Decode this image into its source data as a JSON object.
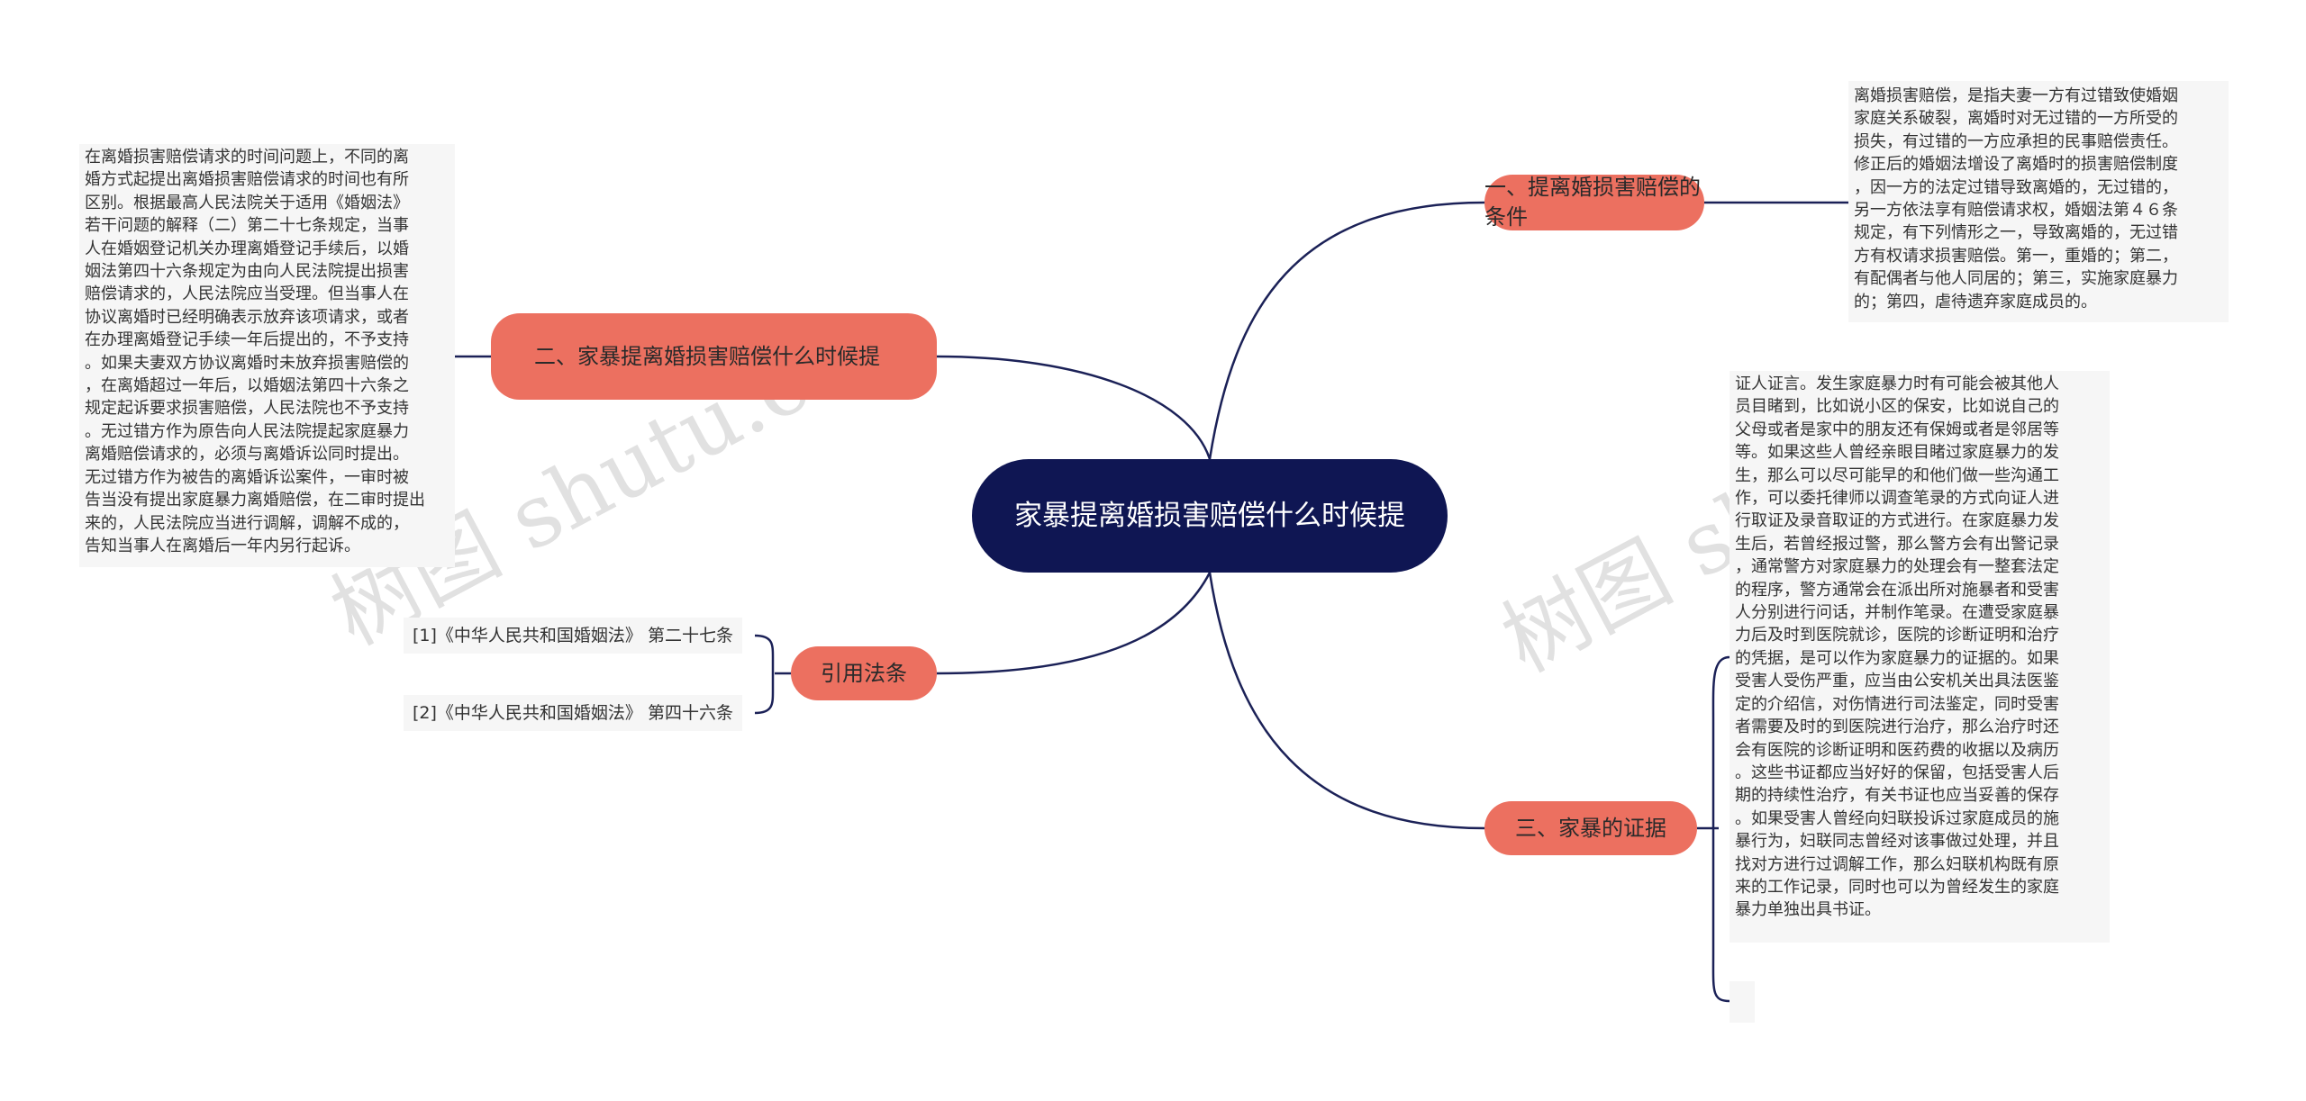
{
  "central": "家暴提离婚损害赔偿什么时候提",
  "branches": {
    "b1": {
      "label": "一、提离婚损害赔偿的条件",
      "text": "离婚损害赔偿，是指夫妻一方有过错致使婚姻\n家庭关系破裂，离婚时对无过错的一方所受的\n损失，有过错的一方应承担的民事赔偿责任。\n修正后的婚姻法增设了离婚时的损害赔偿制度\n，因一方的法定过错导致离婚的，无过错的，\n另一方依法享有赔偿请求权，婚姻法第４６条\n规定，有下列情形之一，导致离婚的，无过错\n方有权请求损害赔偿。第一，重婚的；第二，\n有配偶者与他人同居的；第三，实施家庭暴力\n的；第四，虐待遗弃家庭成员的。"
    },
    "b2": {
      "label": "二、家暴提离婚损害赔偿什么时候提",
      "text": "在离婚损害赔偿请求的时间问题上，不同的离\n婚方式起提出离婚损害赔偿请求的时间也有所\n区别。根据最高人民法院关于适用《婚姻法》\n若干问题的解释（二）第二十七条规定，当事\n人在婚姻登记机关办理离婚登记手续后，以婚\n姻法第四十六条规定为由向人民法院提出损害\n赔偿请求的，人民法院应当受理。但当事人在\n协议离婚时已经明确表示放弃该项请求，或者\n在办理离婚登记手续一年后提出的，不予支持\n。如果夫妻双方协议离婚时未放弃损害赔偿的\n，在离婚超过一年后，以婚姻法第四十六条之\n规定起诉要求损害赔偿，人民法院也不予支持\n。无过错方作为原告向人民法院提起家庭暴力\n离婚赔偿请求的，必须与离婚诉讼同时提出。\n无过错方作为被告的离婚诉讼案件，一审时被\n告当没有提出家庭暴力离婚赔偿，在二审时提出\n来的，人民法院应当进行调解，调解不成的，\n告知当事人在离婚后一年内另行起诉。"
    },
    "b3": {
      "label": "三、家暴的证据",
      "text": "证人证言。发生家庭暴力时有可能会被其他人\n员目睹到，比如说小区的保安，比如说自己的\n父母或者是家中的朋友还有保姆或者是邻居等\n等。如果这些人曾经亲眼目睹过家庭暴力的发\n生，那么可以尽可能早的和他们做一些沟通工\n作，可以委托律师以调查笔录的方式向证人进\n行取证及录音取证的方式进行。在家庭暴力发\n生后，若曾经报过警，那么警方会有出警记录\n，通常警方对家庭暴力的处理会有一整套法定\n的程序，警方通常会在派出所对施暴者和受害\n人分别进行问话，并制作笔录。在遭受家庭暴\n力后及时到医院就诊，医院的诊断证明和治疗\n的凭据，是可以作为家庭暴力的证据的。如果\n受害人受伤严重，应当由公安机关出具法医鉴\n定的介绍信，对伤情进行司法鉴定，同时受害\n者需要及时的到医院进行治疗，那么治疗时还\n会有医院的诊断证明和医药费的收据以及病历\n。这些书证都应当好好的保留，包括受害人后\n期的持续性治疗，有关书证也应当妥善的保存\n。如果受害人曾经向妇联投诉过家庭成员的施\n暴行为，妇联同志曾经对该事做过处理，并且\n找对方进行过调解工作，那么妇联机构既有原\n来的工作记录，同时也可以为曾经发生的家庭\n暴力单独出具书证。"
    },
    "b4": {
      "label": "引用法条",
      "refs": [
        "[1]《中华人民共和国婚姻法》 第二十七条",
        "[2]《中华人民共和国婚姻法》 第四十六条"
      ]
    }
  },
  "watermarks": [
    "树图 shutu.cn",
    "树图 shutu.cn"
  ],
  "colors": {
    "central_bg": "#0f1653",
    "branch_bg": "#ec7060",
    "leaf_bg": "#f6f6f6",
    "line": "#1b2157"
  }
}
